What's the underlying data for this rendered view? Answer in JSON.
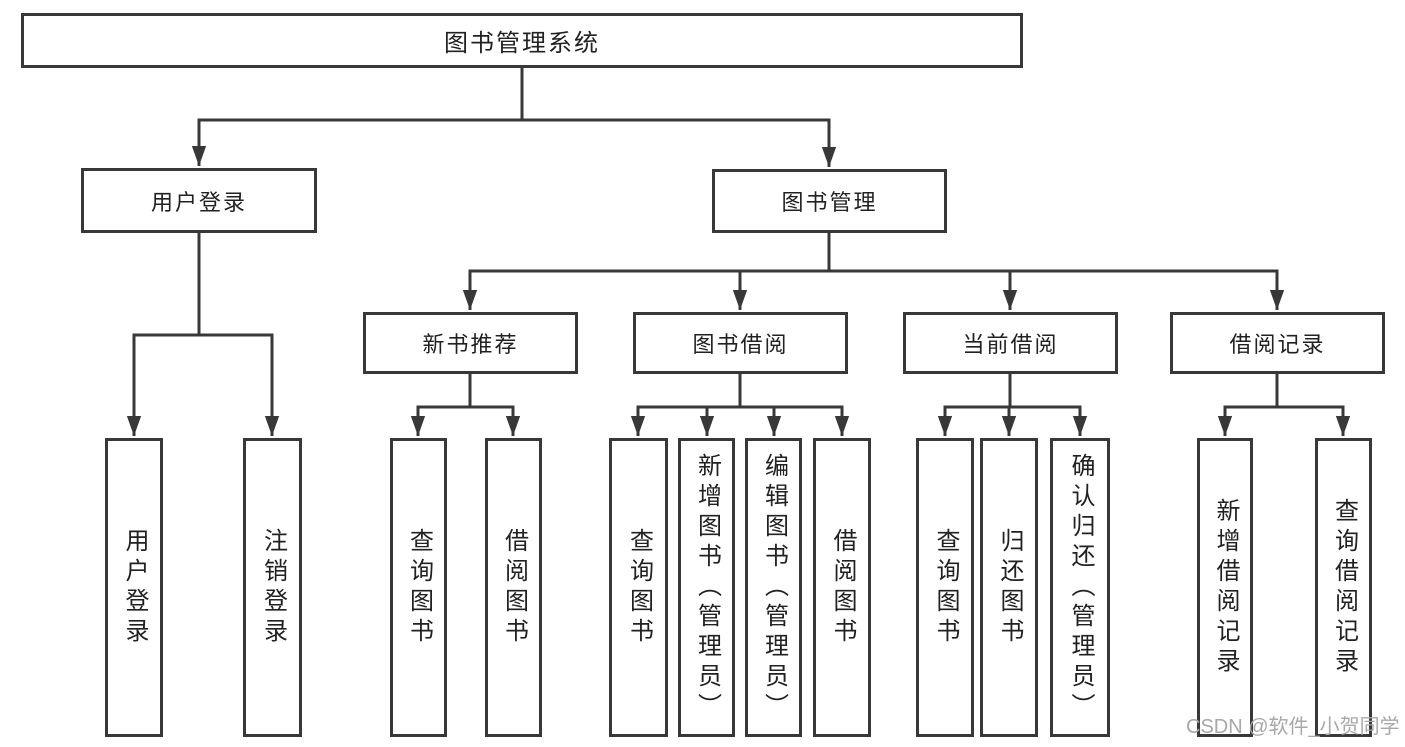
{
  "colors": {
    "line": "#383838",
    "box_border": "#383838",
    "text": "#212121",
    "background": "#ffffff",
    "watermark_text": "#a8a8a8"
  },
  "watermark": {
    "text": "CSDN @软件_小贺同学"
  },
  "tree": {
    "label": "图书管理系统",
    "children": [
      {
        "label": "用户登录",
        "children": [
          {
            "label": "用户登录"
          },
          {
            "label": "注销登录"
          }
        ]
      },
      {
        "label": "图书管理",
        "children": [
          {
            "label": "新书推荐",
            "children": [
              {
                "label": "查询图书"
              },
              {
                "label": "借阅图书"
              }
            ]
          },
          {
            "label": "图书借阅",
            "children": [
              {
                "label": "查询图书"
              },
              {
                "label": "新增图书（管理员）"
              },
              {
                "label": "编辑图书（管理员）"
              },
              {
                "label": "借阅图书"
              }
            ]
          },
          {
            "label": "当前借阅",
            "children": [
              {
                "label": "查询图书"
              },
              {
                "label": "归还图书"
              },
              {
                "label": "确认归还（管理员）"
              }
            ]
          },
          {
            "label": "借阅记录",
            "children": [
              {
                "label": "新增借阅记录"
              },
              {
                "label": "查询借阅记录"
              }
            ]
          }
        ]
      }
    ]
  }
}
